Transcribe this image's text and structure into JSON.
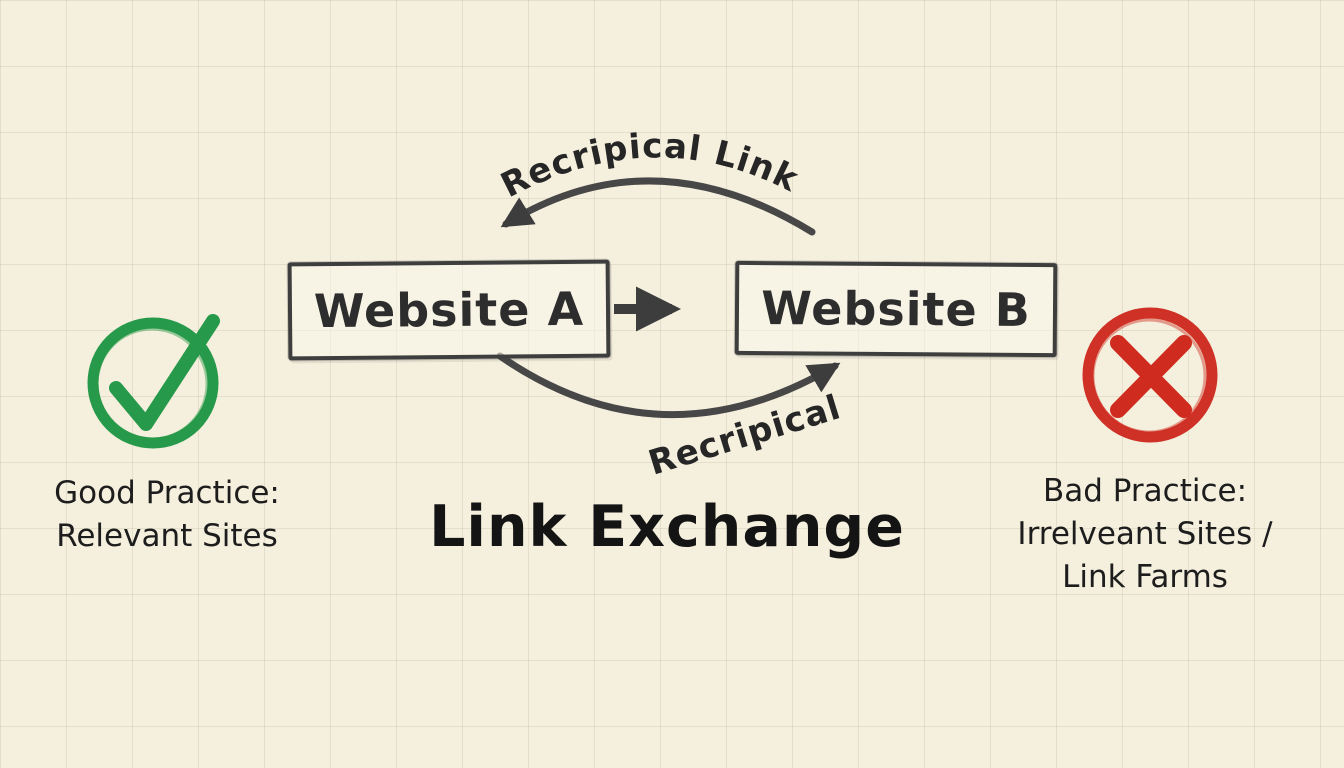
{
  "canvas": {
    "background": "#f5f0de",
    "grid_color": "rgba(125,115,85,0.14)"
  },
  "title": "Link Exchange",
  "nodes": {
    "website_a": "Website A",
    "website_b": "Website B"
  },
  "arrows": {
    "top_label": "Recripical Link",
    "bottom_label": "Recripical"
  },
  "annotations": {
    "good": {
      "line1": "Good Practice:",
      "line2": "Relevant Sites",
      "icon": "check-icon",
      "color": "#27994a"
    },
    "bad": {
      "line1": "Bad Practice:",
      "line2": "Irrelveant Sites /",
      "line3": "Link Farms",
      "icon": "cross-icon",
      "color": "#cf2b1f"
    }
  },
  "colors": {
    "ink": "#3d3d3d",
    "text": "#1d1d1d",
    "check_green": "#27994a",
    "cross_red": "#cf2b1f"
  }
}
